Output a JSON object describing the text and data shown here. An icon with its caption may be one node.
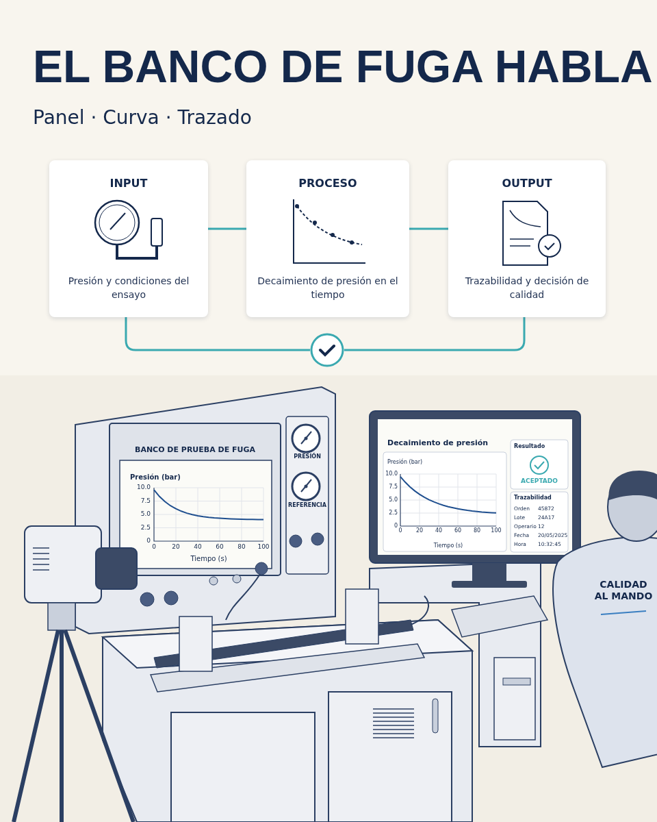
{
  "diagram": {
    "title": "EL BANCO DE FUGA HABLA",
    "nodes": [
      {
        "text": [
          "INPUT",
          "Presión y condiciones del ensayo"
        ]
      },
      {
        "text": [
          "PROCESO",
          "Decaimiento de presión en el tiempo"
        ]
      },
      {
        "text": [
          "OUTPUT",
          "Trazabilidad y decisión de calidad"
        ]
      },
      {
        "text": [],
        "shape": "circle"
      }
    ],
    "edges": [
      {
        "from": 0,
        "to": 1,
        "arrow": "none"
      },
      {
        "from": 1,
        "to": 2,
        "arrow": "none"
      },
      {
        "from": 0,
        "to": 3,
        "arrow": "none"
      },
      {
        "from": 3,
        "to": 2,
        "arrow": "none"
      }
    ],
    "labels": [
      "Panel · Curva · Trazado",
      "BANCO DE PRUEBA DE FUGA",
      "Presión (bar)",
      "10.0",
      "7.5",
      "5.0",
      "2.5",
      "0",
      "0",
      "20",
      "40",
      "60",
      "80",
      "100",
      "Tiempo (s)",
      "PRESIÓN",
      "REFERENCIA",
      "Decaimiento de presión",
      "Presión (bar)",
      "10.0",
      "7.5",
      "5.0",
      "2.5",
      "0",
      "0",
      "20",
      "40",
      "60",
      "80",
      "100",
      "Tiempo (s)",
      "Resultado",
      "ACEPTADO",
      "Trazabilidad",
      "Orden",
      "45872",
      "Lote",
      "24A17",
      "Operario",
      "12",
      "Fecha",
      "20/05/2025",
      "Hora",
      "10:32:45",
      "CALIDAD AL MANDO"
    ]
  }
}
